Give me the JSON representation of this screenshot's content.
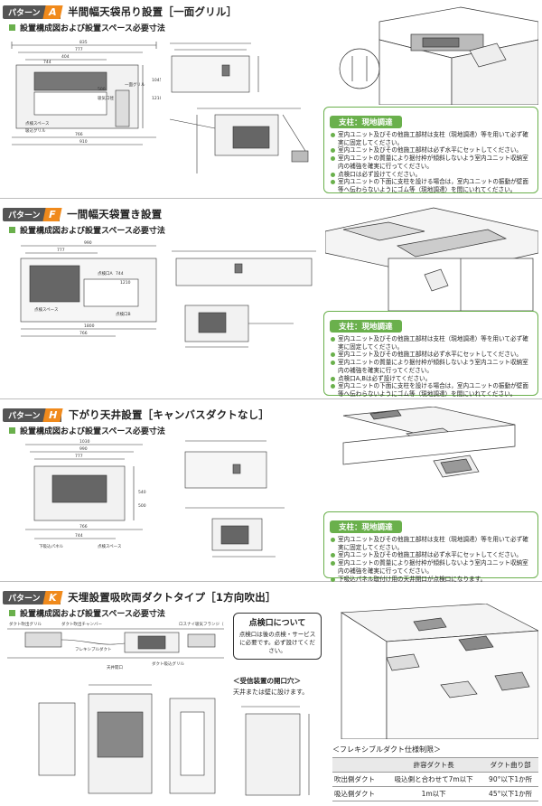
{
  "common": {
    "pattern_prefix": "パターン",
    "subheading": "設置構成図および設置スペース必要寸法"
  },
  "sections": {
    "a": {
      "letter": "A",
      "title": "半間幅天袋吊り設置［一面グリル］",
      "note_title": "支柱：現地調達",
      "notes": [
        "室内ユニット及びその他施工部材は支柱（現地調達）等を用いて必ず確実に固定してください。",
        "室内ユニット及びその他施工部材は必ず水平にセットしてください。",
        "室内ユニットの質量により据付枠が傾斜しないよう室内ユニット収納室内の補強を確実に行ってください。",
        "点検口は必ず設けてください。",
        "室内ユニットの下面に支柱を設ける場合は，室内ユニットの振動が壁面等へ伝わらないようにゴム等（現地調達）を間にいれてください。"
      ],
      "dims": [
        "835",
        "777",
        "404",
        "766",
        "910",
        "744",
        "1045",
        "1210",
        "500"
      ],
      "labels": [
        "吸気口径",
        "一面グリル",
        "点検スペース",
        "吸込グリル"
      ]
    },
    "f": {
      "letter": "F",
      "title": "一間幅天袋置き設置",
      "note_title": "支柱：現地調達",
      "notes": [
        "室内ユニット及びその他施工部材は支柱（現地調達）等を用いて必ず確実に固定してください。",
        "室内ユニット及びその他施工部材は必ず水平にセットしてください。",
        "室内ユニットの質量により据付枠が傾斜しないよう室内ユニット収納室内の補強を確実に行ってください。",
        "点検口A,Bは必ず設けてください。",
        "室内ユニットの下面に支柱を設ける場合は，室内ユニットの振動が壁面等へ伝わらないようにゴム等（現地調達）を間にいれてください。"
      ],
      "dims": [
        "990",
        "777",
        "1800",
        "766",
        "744",
        "1210"
      ],
      "labels": [
        "点検口A",
        "点検口B",
        "点検スペース"
      ]
    },
    "h": {
      "letter": "H",
      "title": "下がり天井設置［キャンバスダクトなし］",
      "note_title": "支柱：現地調達",
      "notes": [
        "室内ユニット及びその他施工部材は支柱（現地調達）等を用いて必ず確実に固定してください。",
        "室内ユニット及びその他施工部材は必ず水平にセットしてください。",
        "室内ユニットの質量により据付枠が傾斜しないよう室内ユニット収納室内の補強を確実に行ってください。",
        "下吸込パネル取付け用の天井開口が点検口になります。"
      ],
      "dims": [
        "1030",
        "990",
        "777",
        "766",
        "744",
        "540",
        "500"
      ],
      "labels": [
        "下吸込パネル",
        "点検スペース"
      ]
    },
    "k": {
      "letter": "K",
      "title": "天埋設置吸吹両ダクトタイプ［1方向吹出］",
      "check_title": "点検口について",
      "check_body": "点検口は後の点検・サービスに必要です。必ず設けてください。",
      "receiver_title": "＜受信装置の開口穴＞",
      "receiver_body": "天井または壁に設けます。",
      "table_title": "＜フレキシブルダクト仕様制限＞",
      "table_headers": [
        "",
        "許容ダクト長",
        "ダクト曲り部"
      ],
      "table_rows": [
        [
          "吹出側ダクト",
          "吸込側と合わせて7m以下",
          "90°以下1か所"
        ],
        [
          "吸込側ダクト",
          "1m以下",
          "45°以下1か所"
        ]
      ],
      "labels": [
        "ダクト吹出グリル",
        "ダクト吹出チャンバー",
        "フレキシブルダクト",
        "ダクト吸込グリル",
        "ロスナイ吸気フランジ（オプション）",
        "天井開口"
      ]
    }
  }
}
